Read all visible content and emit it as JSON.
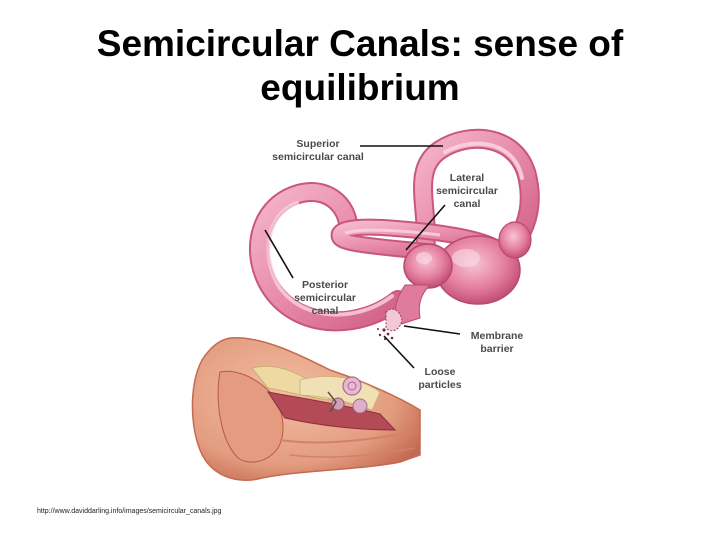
{
  "slide": {
    "title_line1": "Semicircular Canals: sense of",
    "title_line2": "equilibrium",
    "source_url": "http://www.daviddarling.info/images/semicircular_canals.jpg"
  },
  "diagram": {
    "labels": {
      "superior_1": "Superior",
      "superior_2": "semicircular canal",
      "lateral_1": "Lateral",
      "lateral_2": "semicircular",
      "lateral_3": "canal",
      "posterior_1": "Posterior",
      "posterior_2": "semicircular",
      "posterior_3": "canal",
      "membrane_1": "Membrane",
      "membrane_2": "barrier",
      "loose_1": "Loose",
      "loose_2": "particles"
    },
    "colors": {
      "canal": "#e88aa9",
      "canal_dark": "#c9567c",
      "canal_light": "#f6c3d4",
      "ear_skin": "#e9a589",
      "ear_dark": "#c86a55",
      "bone": "#eed9a2",
      "leader_line": "#111111",
      "label_text": "#4a4a4a"
    }
  }
}
